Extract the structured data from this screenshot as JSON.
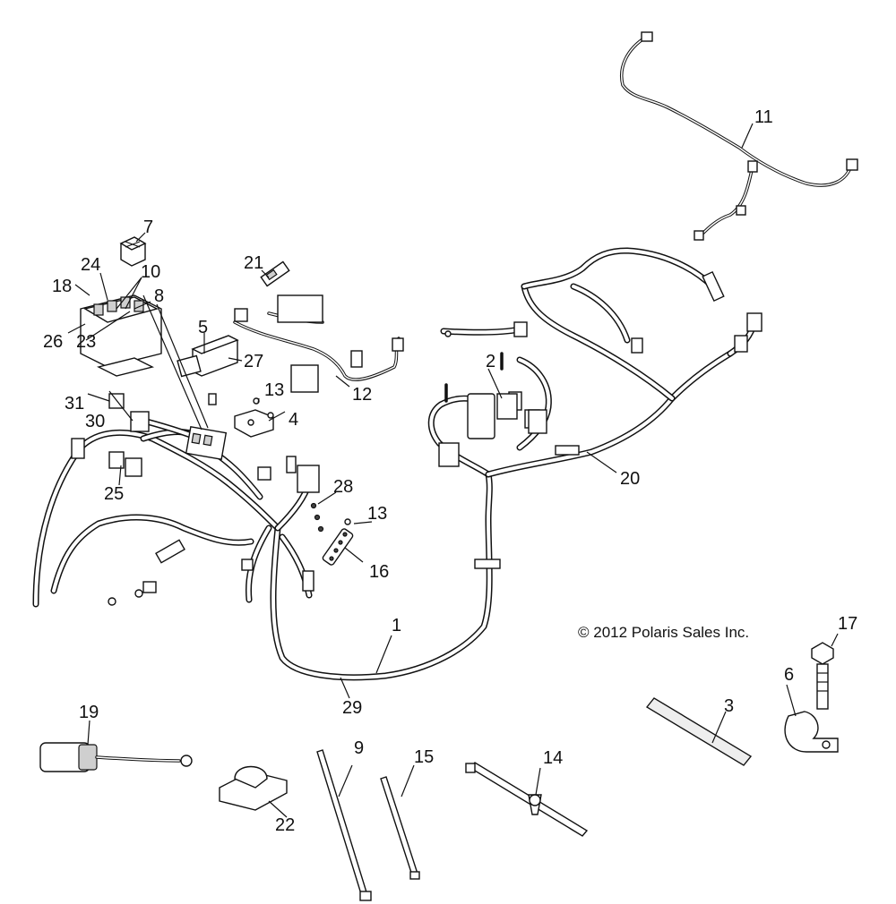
{
  "copyright": "© 2012 Polaris Sales Inc.",
  "callouts": {
    "c1": "1",
    "c2": "2",
    "c3": "3",
    "c4": "4",
    "c5": "5",
    "c6": "6",
    "c7": "7",
    "c8": "8",
    "c9": "9",
    "c10": "10",
    "c11": "11",
    "c12": "12",
    "c13a": "13",
    "c13b": "13",
    "c14": "14",
    "c15": "15",
    "c16": "16",
    "c17": "17",
    "c18": "18",
    "c19": "19",
    "c20": "20",
    "c21": "21",
    "c22": "22",
    "c23": "23",
    "c24": "24",
    "c25": "25",
    "c26": "26",
    "c27": "27",
    "c28": "28",
    "c29": "29",
    "c30": "30",
    "c31": "31"
  },
  "colors": {
    "line": "#111111",
    "background": "#ffffff",
    "fill_gray": "#cfcfcf"
  }
}
